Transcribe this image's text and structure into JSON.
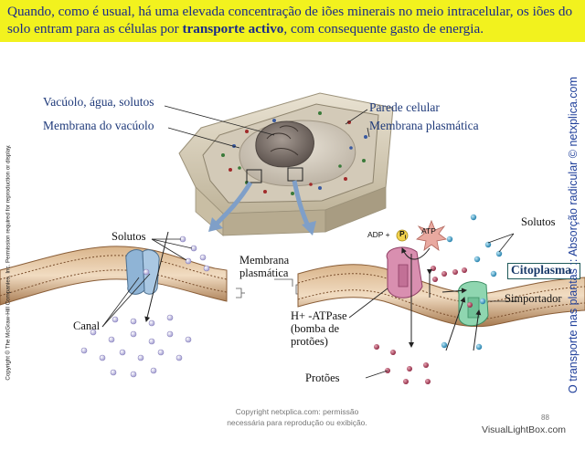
{
  "banner": {
    "text_before": "Quando, como é usual, há uma elevada concentração de iões minerais no meio intracelular, os iões do solo entram para as células por ",
    "text_bold": "transporte activo",
    "text_after": ", com consequente gasto de energia."
  },
  "labels": {
    "vacuolo": "Vacúolo, água, solutos",
    "membrana_vacuolo": "Membrana do vacúolo",
    "parede": "Parede celular",
    "membrana_plasmatica_top": "Membrana plasmática",
    "solutos_left": "Solutos",
    "membrana_mid_1": "Membrana",
    "membrana_mid_2": "plasmática",
    "canal": "Canal",
    "adp": "ADP +",
    "pi": "P",
    "pi_sub": "i",
    "atp": "ATP",
    "solutos_right": "Solutos",
    "citoplasma": "Citoplasma",
    "simportador": "Simportador",
    "hatpase_1": "H+ -ATPase",
    "hatpase_2": "(bomba de",
    "hatpase_3": "protões)",
    "protoes": "Protões"
  },
  "side_left": "Copyright © The McGraw-Hill Companies, Inc. Permission required for reproduction or display.",
  "side_right": "O transporte nas plantas :: Absorção radicular © netxplica.com",
  "footer": {
    "copyright_1": "Copyright netxplica.com: permissão",
    "copyright_2": "necessária para reprodução ou exibição.",
    "page": "88",
    "watermark": "VisualLightBox.com"
  },
  "colors": {
    "banner": "#f2f21e",
    "banner_text": "#1a2a8a",
    "membrane": "#b98a5c",
    "channel": "#8fb4d6",
    "pump": "#d98fb0",
    "symporter": "#8fd6b0",
    "proton": "#a3324f",
    "solute": "#b8b4dc",
    "ion_blue": "#2a8ab8"
  }
}
